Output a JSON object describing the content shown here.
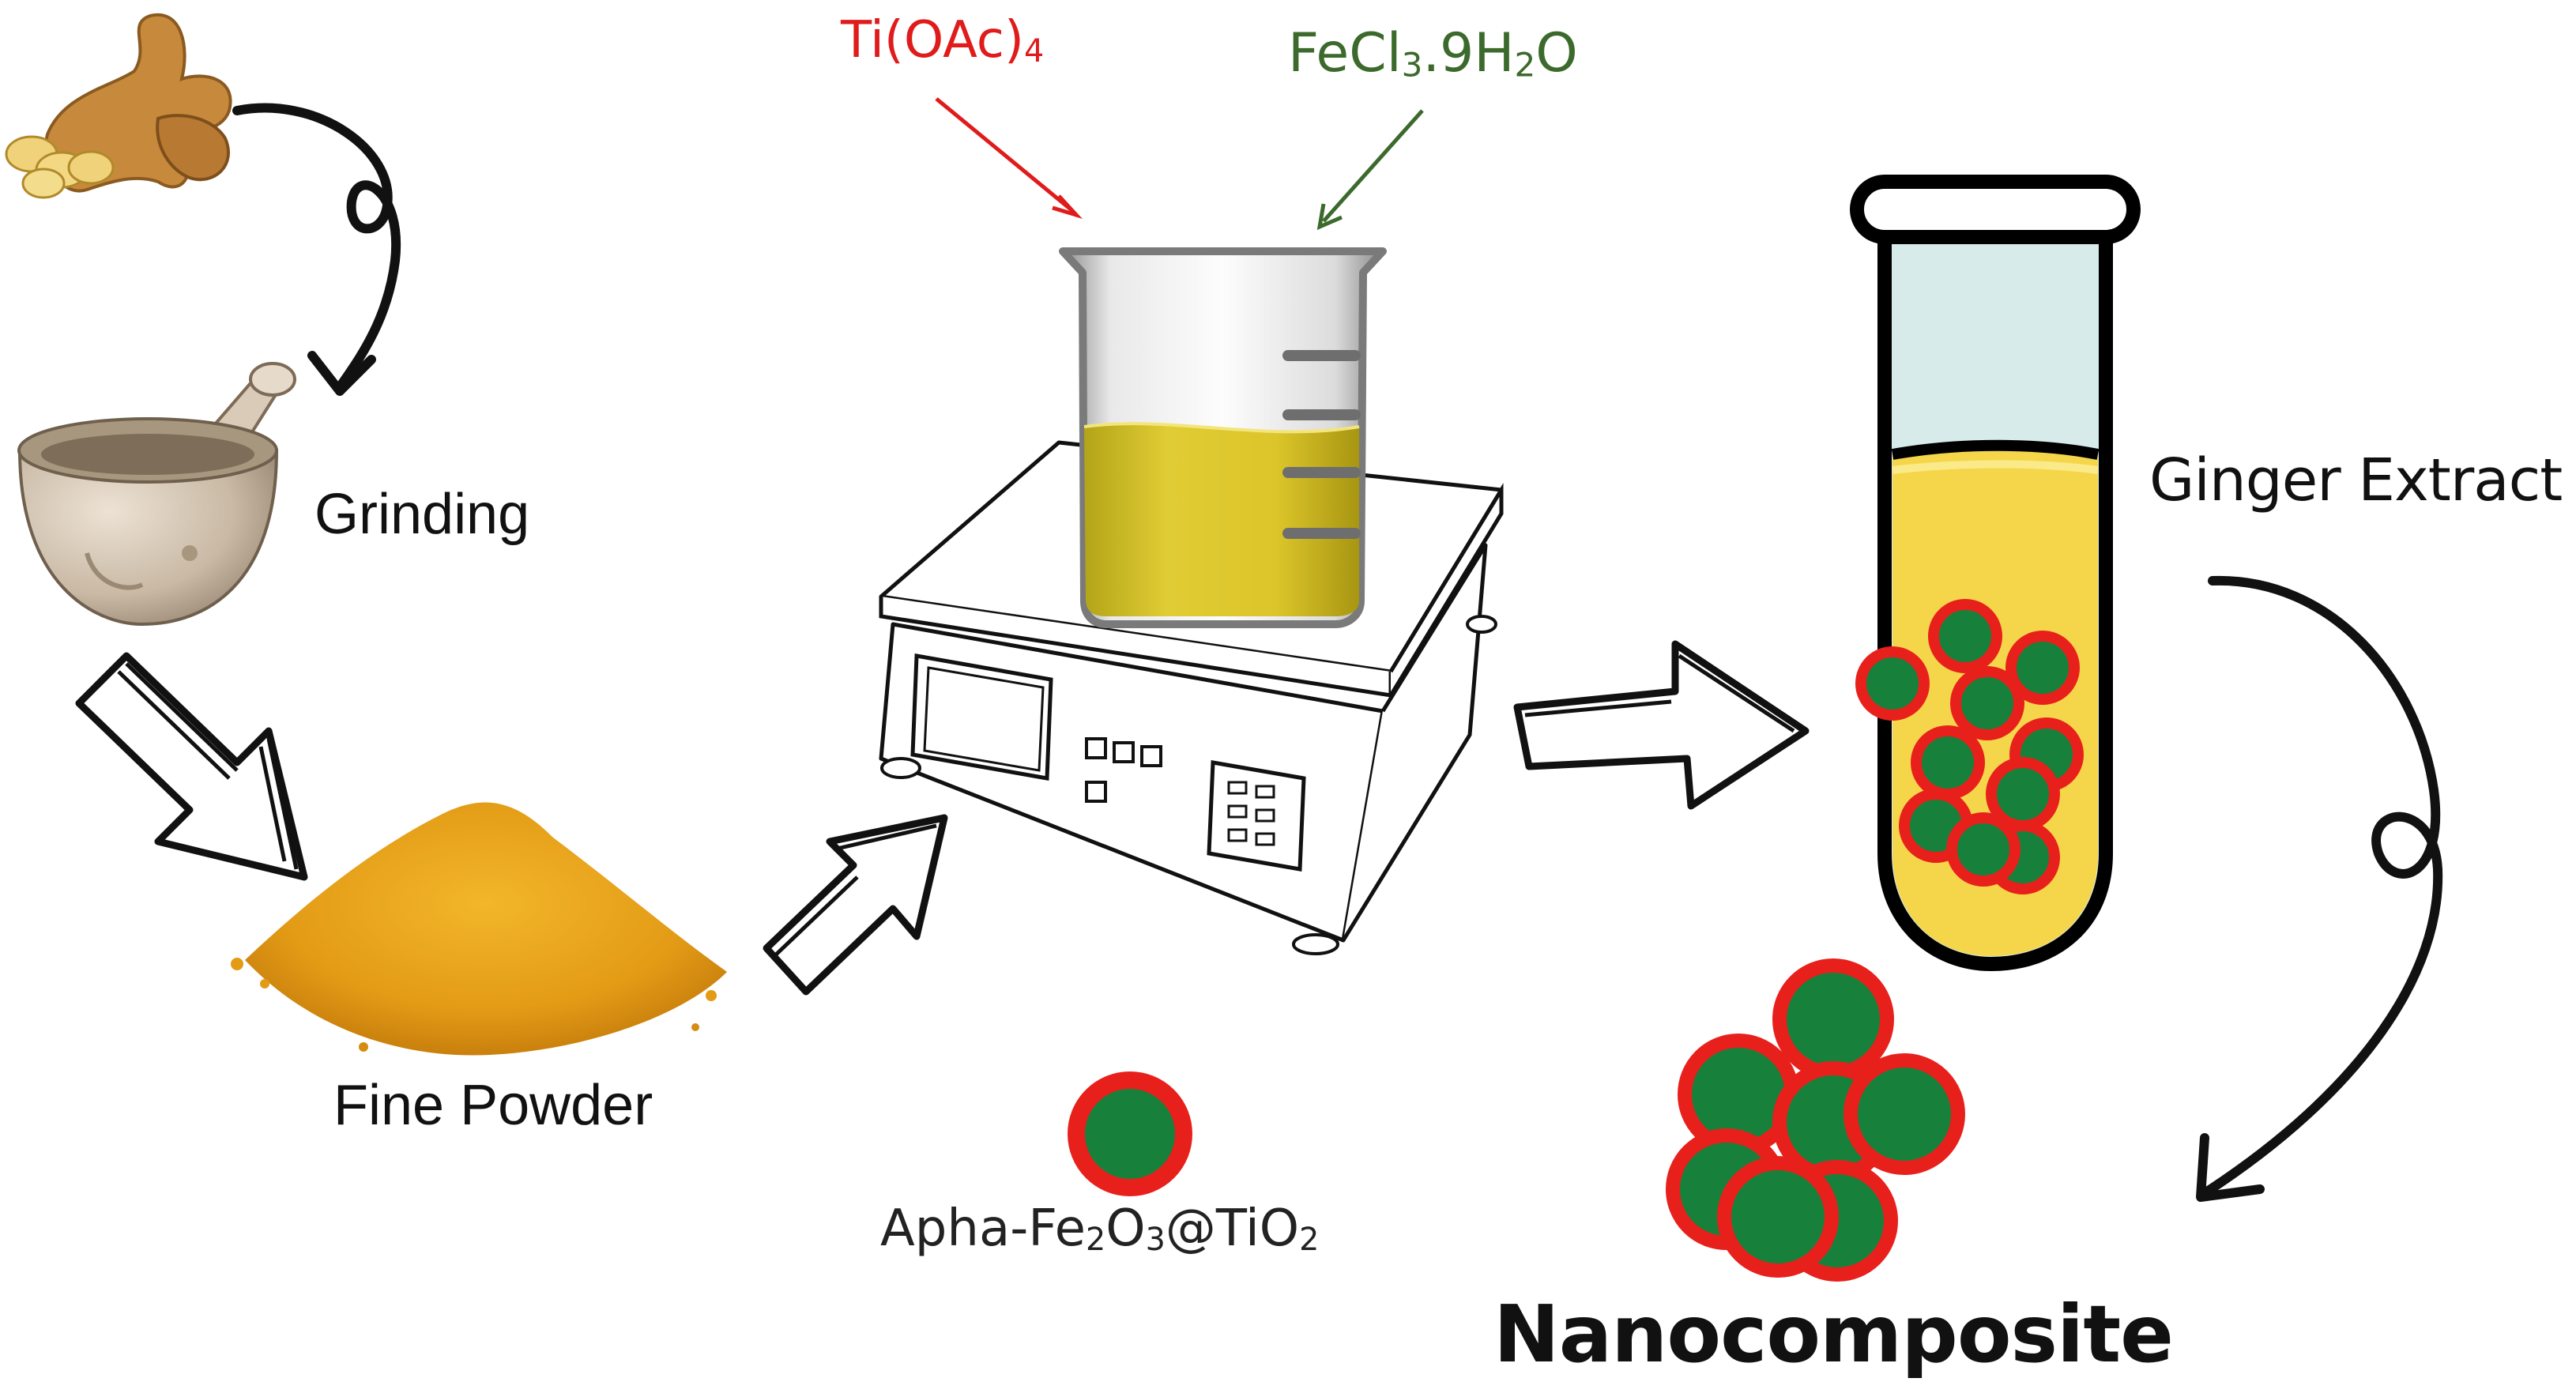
{
  "labels": {
    "grinding": "Grinding",
    "fine_powder": "Fine Powder",
    "ginger_extract": "Ginger Extract",
    "nanocomposite": "Nanocomposite",
    "ti_reagent": {
      "main": "Ti(OAc)",
      "sub": "4"
    },
    "fecl_reagent": {
      "a": "FeCl",
      "s1": "3",
      "b": ".9H",
      "s2": "2",
      "c": "O"
    },
    "apha": {
      "a": "Apha-Fe",
      "s1": "2",
      "b": "O",
      "s2": "3",
      "c": "@TiO",
      "s3": "2"
    }
  },
  "colors": {
    "reagent_ti": "#e01b1b",
    "reagent_fecl": "#3c6a2c",
    "particle_shell": "#e8201c",
    "particle_core": "#17803b",
    "extract": "#f5d64a",
    "beaker_solution": "#d9c31f",
    "powder": "#e9a81a"
  },
  "icons": [
    "ginger-root-icon",
    "mortar-pestle-icon",
    "powder-pile-icon",
    "digital-scale-icon",
    "beaker-icon",
    "test-tube-icon",
    "nanoparticle-icon"
  ]
}
